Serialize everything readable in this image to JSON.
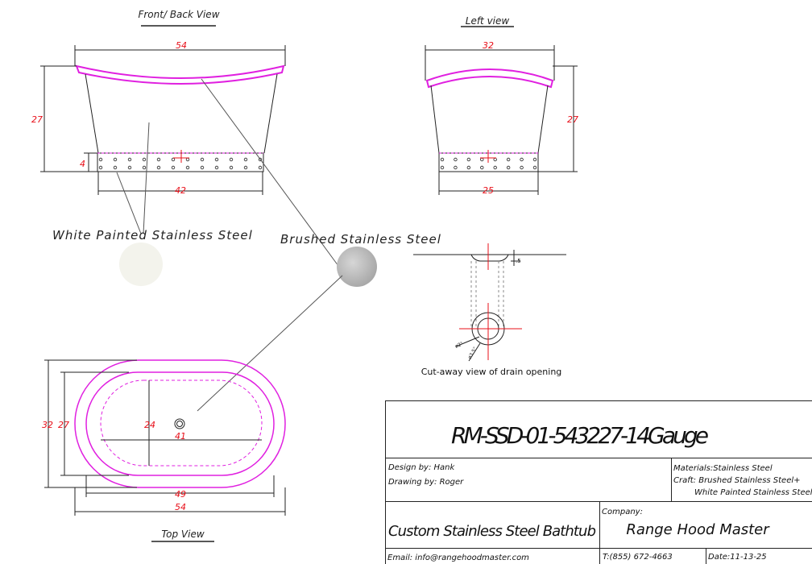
{
  "views": {
    "front": {
      "title": "Front/ Back View",
      "dim_length_top": "54",
      "dim_height": "27",
      "dim_base_height": "4",
      "dim_length_bottom": "42"
    },
    "left": {
      "title": "Left view",
      "dim_width_top": "32",
      "dim_height": "27",
      "dim_width_bottom": "25"
    },
    "top": {
      "title": "Top View",
      "dim_outer_width": "32",
      "dim_inner_width": "27",
      "dim_basin_width": "24",
      "dim_drain_offset": "41",
      "dim_inner_length": "49",
      "dim_outer_length": "54"
    },
    "drain": {
      "caption": "Cut-away view of drain opening",
      "dim_depth": ".5",
      "dim_inner_dia": "ø2\"",
      "dim_outer_dia": "ø3.5\""
    }
  },
  "finishes": [
    {
      "label": "White Painted Stainless Steel",
      "color": "#f3f3ec"
    },
    {
      "label": "Brushed Stainless Steel",
      "color": "#b8b8b8"
    }
  ],
  "colors": {
    "rim": "#e020e0",
    "dimension": "#e8101a",
    "line": "#222222"
  },
  "title_block": {
    "part_number": "RM-SSD-01-543227-14Gauge",
    "design_by": "Design by: Hank",
    "drawing_by": "Drawing by: Roger",
    "materials": "Materials:Stainless Steel",
    "craft_line1": "Craft:  Brushed Stainless Steel+",
    "craft_line2": "White Painted Stainless Steel",
    "product": "Custom Stainless Steel Bathtub",
    "company_label": "Company:",
    "company": "Range Hood Master",
    "email": "Email: info@rangehoodmaster.com",
    "phone": "T:(855) 672-4663",
    "date": "Date:11-13-25"
  }
}
